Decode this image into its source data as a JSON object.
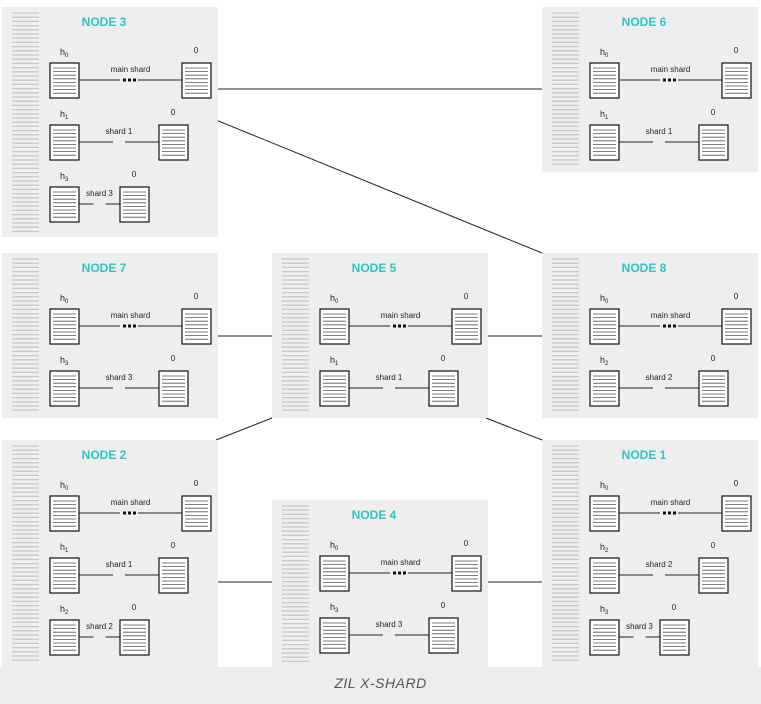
{
  "diagram_title": "ZIL X-SHARD",
  "colors": {
    "panel": "#eeeeee",
    "node_title": "#2ec4c4",
    "line": "#222222",
    "hatch": "#c8c8c8",
    "footer": "#ededed"
  },
  "nodes": [
    {
      "id": "node3",
      "title": "NODE 3",
      "shards": [
        {
          "height": "h0",
          "label": "main shard",
          "count": "0",
          "dots": true
        },
        {
          "height": "h1",
          "label": "shard 1",
          "count": "0",
          "dots": false
        },
        {
          "height": "h3",
          "label": "shard 3",
          "count": "0",
          "dots": false
        }
      ]
    },
    {
      "id": "node6",
      "title": "NODE 6",
      "shards": [
        {
          "height": "h0",
          "label": "main shard",
          "count": "0",
          "dots": true
        },
        {
          "height": "h1",
          "label": "shard 1",
          "count": "0",
          "dots": false
        }
      ]
    },
    {
      "id": "node7",
      "title": "NODE 7",
      "shards": [
        {
          "height": "h0",
          "label": "main shard",
          "count": "0",
          "dots": true
        },
        {
          "height": "h3",
          "label": "shard 3",
          "count": "0",
          "dots": false
        }
      ]
    },
    {
      "id": "node5",
      "title": "NODE 5",
      "shards": [
        {
          "height": "h0",
          "label": "main shard",
          "count": "0",
          "dots": true
        },
        {
          "height": "h1",
          "label": "shard 1",
          "count": "0",
          "dots": false
        }
      ]
    },
    {
      "id": "node8",
      "title": "NODE 8",
      "shards": [
        {
          "height": "h0",
          "label": "main shard",
          "count": "0",
          "dots": true
        },
        {
          "height": "h2",
          "label": "shard 2",
          "count": "0",
          "dots": false
        }
      ]
    },
    {
      "id": "node2",
      "title": "NODE 2",
      "shards": [
        {
          "height": "h0",
          "label": "main shard",
          "count": "0",
          "dots": true
        },
        {
          "height": "h1",
          "label": "shard 1",
          "count": "0",
          "dots": false
        },
        {
          "height": "h2",
          "label": "shard 2",
          "count": "0",
          "dots": false
        }
      ]
    },
    {
      "id": "node4",
      "title": "NODE 4",
      "shards": [
        {
          "height": "h0",
          "label": "main shard",
          "count": "0",
          "dots": true
        },
        {
          "height": "h3",
          "label": "shard 3",
          "count": "0",
          "dots": false
        }
      ]
    },
    {
      "id": "node1",
      "title": "NODE 1",
      "shards": [
        {
          "height": "h0",
          "label": "main shard",
          "count": "0",
          "dots": true
        },
        {
          "height": "h2",
          "label": "shard 2",
          "count": "0",
          "dots": false
        },
        {
          "height": "h3",
          "label": "shard 3",
          "count": "0",
          "dots": false
        }
      ]
    }
  ],
  "connections": [
    {
      "from": "node3",
      "to": "node6"
    },
    {
      "from": "node3",
      "to": "node8"
    },
    {
      "from": "node7",
      "to": "node5"
    },
    {
      "from": "node5",
      "to": "node8"
    },
    {
      "from": "node5",
      "to": "node2"
    },
    {
      "from": "node5",
      "to": "node1"
    },
    {
      "from": "node2",
      "to": "node4"
    },
    {
      "from": "node4",
      "to": "node1"
    }
  ]
}
